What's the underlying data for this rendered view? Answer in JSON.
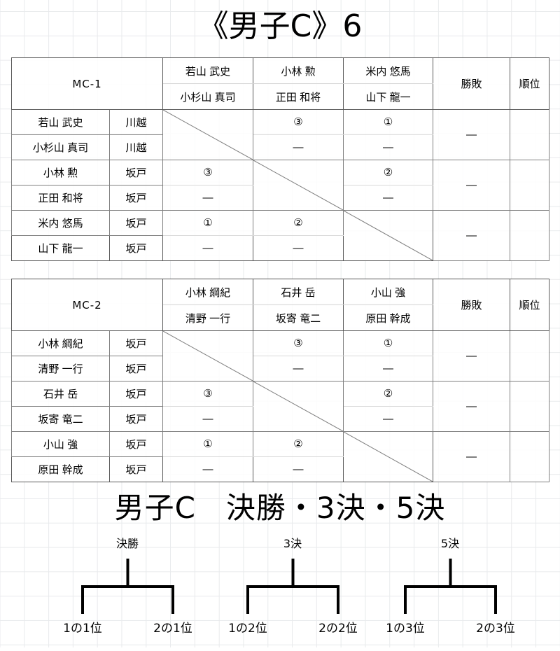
{
  "title": "《男子C》6",
  "tables": [
    {
      "group": "MC-1",
      "opponent_columns": [
        {
          "top": "若山 武史",
          "bottom": "小杉山 真司"
        },
        {
          "top": "小林 勲",
          "bottom": "正田 和将"
        },
        {
          "top": "米内 悠馬",
          "bottom": "山下 龍一"
        }
      ],
      "result_header": "勝敗",
      "rank_header": "順位",
      "rows": [
        {
          "name": "若山 武史",
          "club": "川越"
        },
        {
          "name": "小杉山 真司",
          "club": "川越"
        },
        {
          "name": "小林 勲",
          "club": "坂戸"
        },
        {
          "name": "正田 和将",
          "club": "坂戸"
        },
        {
          "name": "米内 悠馬",
          "club": "坂戸"
        },
        {
          "name": "山下 龍一",
          "club": "坂戸"
        }
      ],
      "matrix": [
        [
          null,
          "③",
          "①"
        ],
        [
          null,
          "—",
          "—"
        ],
        [
          "③",
          null,
          "②"
        ],
        [
          "—",
          null,
          "—"
        ],
        [
          "①",
          "②",
          null
        ],
        [
          "—",
          "—",
          null
        ]
      ],
      "results": [
        "—",
        "—",
        "—"
      ],
      "ranks": [
        "",
        "",
        ""
      ]
    },
    {
      "group": "MC-2",
      "opponent_columns": [
        {
          "top": "小林 綱紀",
          "bottom": "清野 一行"
        },
        {
          "top": "石井 岳",
          "bottom": "坂寄 竜二"
        },
        {
          "top": "小山 強",
          "bottom": "原田 幹成"
        }
      ],
      "result_header": "勝敗",
      "rank_header": "順位",
      "rows": [
        {
          "name": "小林 綱紀",
          "club": "坂戸"
        },
        {
          "name": "清野 一行",
          "club": "坂戸"
        },
        {
          "name": "石井 岳",
          "club": "坂戸"
        },
        {
          "name": "坂寄 竜二",
          "club": "坂戸"
        },
        {
          "name": "小山 強",
          "club": "坂戸"
        },
        {
          "name": "原田 幹成",
          "club": "坂戸"
        }
      ],
      "matrix": [
        [
          null,
          "③",
          "①"
        ],
        [
          null,
          "—",
          "—"
        ],
        [
          "③",
          null,
          "②"
        ],
        [
          "—",
          null,
          "—"
        ],
        [
          "①",
          "②",
          null
        ],
        [
          "—",
          "—",
          null
        ]
      ],
      "results": [
        "—",
        "—",
        "—"
      ],
      "ranks": [
        "",
        "",
        ""
      ]
    }
  ],
  "bracket": {
    "heading": "男子C　決勝・3決・5決",
    "matches": [
      {
        "label": "決勝",
        "left": "1の1位",
        "right": "2の1位"
      },
      {
        "label": "3決",
        "left": "1の2位",
        "right": "2の2位"
      },
      {
        "label": "5決",
        "left": "1の3位",
        "right": "2の3位"
      }
    ]
  },
  "colors": {
    "border": "#7f7f7f",
    "outer_border": "#595959",
    "grid": "#e8eaec",
    "text": "#000000"
  }
}
